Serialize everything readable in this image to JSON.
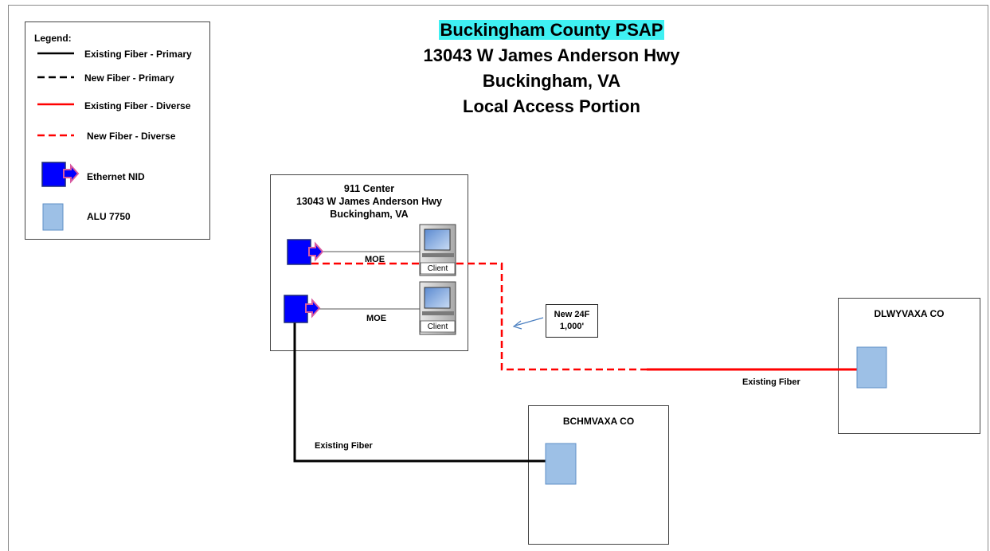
{
  "title": {
    "line1": "Buckingham County PSAP",
    "line2": "13043 W James Anderson Hwy",
    "line3": "Buckingham, VA",
    "line4": "Local Access Portion",
    "highlight_color": "#3ff0f2"
  },
  "legend": {
    "title": "Legend:",
    "items": [
      {
        "label": "Existing Fiber - Primary",
        "style": "solid",
        "color": "#000000"
      },
      {
        "label": "New Fiber - Primary",
        "style": "dashed",
        "color": "#000000"
      },
      {
        "label": "Existing Fiber - Diverse",
        "style": "solid",
        "color": "#ff0000"
      },
      {
        "label": "New Fiber - Diverse",
        "style": "dashed",
        "color": "#ff0000"
      },
      {
        "label": "Ethernet NID",
        "icon": "ethernet-nid-icon"
      },
      {
        "label": "ALU 7750",
        "icon": "alu-7750-icon"
      }
    ]
  },
  "center": {
    "line1": "911 Center",
    "line2": "13043 W James Anderson Hwy",
    "line3": "Buckingham, VA",
    "links": [
      {
        "label": "MOE",
        "client_label": "Client"
      },
      {
        "label": "MOE",
        "client_label": "Client"
      }
    ]
  },
  "callout": {
    "line1": "New 24F",
    "line2": "1,000'"
  },
  "central_offices": [
    {
      "name": "DLWYVAXA CO",
      "fiber_label": "Existing Fiber"
    },
    {
      "name": "BCHMVAXA CO",
      "fiber_label": "Existing Fiber"
    }
  ],
  "colors": {
    "nid_blue": "#0000ff",
    "arrow_pink": "#d85aa0",
    "alu_fill": "#9dc0e6",
    "alu_stroke": "#5f8fc7",
    "fiber_red": "#ff0000"
  }
}
